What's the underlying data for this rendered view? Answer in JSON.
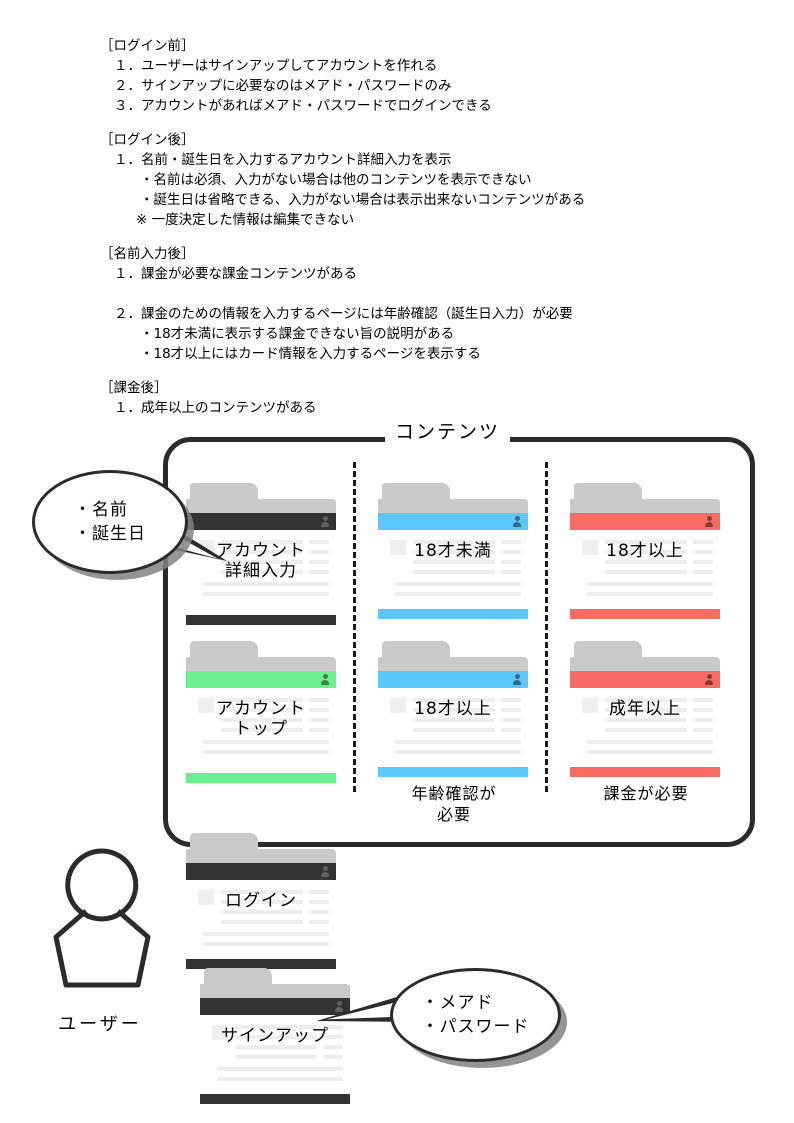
{
  "spec": {
    "sections": [
      {
        "heading": "［ログイン前］",
        "lines": [
          {
            "indent": 1,
            "text": "１．ユーザーはサインアップしてアカウントを作れる"
          },
          {
            "indent": 1,
            "text": "２．サインアップに必要なのはメアド・パスワードのみ"
          },
          {
            "indent": 1,
            "text": "３．アカウントがあればメアド・パスワードでログインできる"
          }
        ]
      },
      {
        "heading": "［ログイン後］",
        "lines": [
          {
            "indent": 1,
            "text": "１．名前・誕生日を入力するアカウント詳細入力を表示"
          },
          {
            "indent": 2,
            "text": "・名前は必須、入力がない場合は他のコンテンツを表示できない"
          },
          {
            "indent": 2,
            "text": "・誕生日は省略できる、入力がない場合は表示出来ないコンテンツがある"
          },
          {
            "indent": 3,
            "text": "※ 一度決定した情報は編集できない"
          }
        ]
      },
      {
        "heading": "［名前入力後］",
        "lines": [
          {
            "indent": 1,
            "text": "１．課金が必要な課金コンテンツがある"
          },
          {
            "indent": 0,
            "text": ""
          },
          {
            "indent": 1,
            "text": "２．課金のための情報を入力するページには年齢確認（誕生日入力）が必要"
          },
          {
            "indent": 2,
            "text": "・18才未満に表示する課金できない旨の説明がある"
          },
          {
            "indent": 2,
            "text": "・18才以上にはカード情報を入力するページを表示する"
          }
        ]
      },
      {
        "heading": "［課金後］",
        "lines": [
          {
            "indent": 1,
            "text": "１．成年以上のコンテンツがある"
          }
        ]
      }
    ]
  },
  "diagram": {
    "container_title": "コンテンツ",
    "cards": {
      "account_detail": {
        "label": "アカウント\n詳細入力",
        "color": "#333333",
        "color_name": "dark"
      },
      "under18": {
        "label": "18才未満",
        "color": "#5ac8fa",
        "color_name": "blue"
      },
      "over18_a": {
        "label": "18才以上",
        "color": "#fa6b63",
        "color_name": "red"
      },
      "account_top": {
        "label": "アカウント\nトップ",
        "color": "#6cf08d",
        "color_name": "green"
      },
      "over18_b": {
        "label": "18才以上",
        "color": "#5ac8fa",
        "color_name": "blue"
      },
      "adult": {
        "label": "成年以上",
        "color": "#fa6b63",
        "color_name": "red"
      },
      "login": {
        "label": "ログイン",
        "color": "#333333",
        "color_name": "dark"
      },
      "signup": {
        "label": "サインアップ",
        "color": "#333333",
        "color_name": "dark"
      }
    },
    "captions": {
      "age_check": "年齢確認が\n必要",
      "payment": "課金が必要"
    },
    "bubbles": {
      "profile": "・名前\n・誕生日",
      "credentials": "・メアド\n・パスワード"
    },
    "actor": {
      "label": "ユーザー"
    }
  }
}
